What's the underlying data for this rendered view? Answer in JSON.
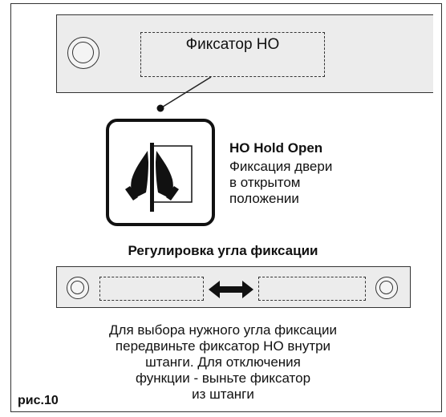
{
  "top_bar": {
    "latch_label": "Фиксатор НО"
  },
  "icon_block": {
    "title": "НО Hold Open",
    "description_lines": [
      "Фиксация двери",
      "в открытом",
      "положении"
    ]
  },
  "adjustment": {
    "heading": "Регулировка угла фиксации"
  },
  "instructions": {
    "lines": [
      "Для выбора нужного угла фиксации",
      "передвиньте фиксатор НО внутри",
      "штанги. Для отключения",
      "функции - выньте фиксатор",
      "из штанги"
    ]
  },
  "figure_label": "рис.10"
}
